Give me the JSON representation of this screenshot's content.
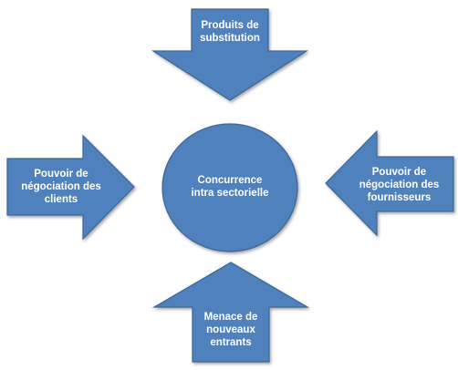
{
  "diagram": {
    "center": {
      "label": "Concurrence\nintra sectorielle"
    },
    "top": {
      "label": "Produits de\nsubstitution"
    },
    "left": {
      "label": "Pouvoir de\nnégociation des\nclients"
    },
    "right": {
      "label": "Pouvoir de\nnégociation des\nfournisseurs"
    },
    "bottom": {
      "label": "Menace de\nnouveaux\nentrants"
    }
  },
  "colors": {
    "fill": "#4f81bd",
    "stroke": "#3a6595",
    "text": "#ffffff"
  }
}
